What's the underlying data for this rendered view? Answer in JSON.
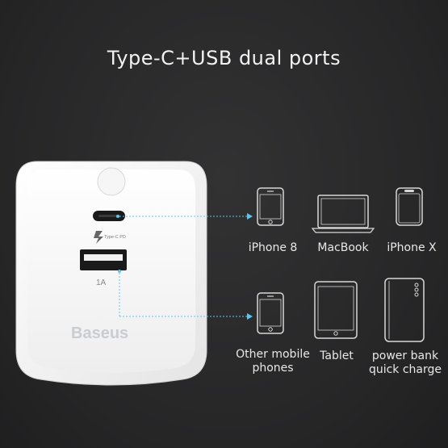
{
  "headline": "Type-C+USB dual ports",
  "charger": {
    "brand": "Baseus",
    "typec_port_label": "Type-C PD",
    "usb_port_label": "1A"
  },
  "devices": {
    "typec_group": [
      {
        "name": "iPhone 8",
        "icon": "smartphone-icon"
      },
      {
        "name": "MacBook",
        "icon": "laptop-icon"
      },
      {
        "name": "iPhone X",
        "icon": "smartphone-icon"
      }
    ],
    "usb_group": [
      {
        "name": "Other mobile phones",
        "line1": "Other mobile",
        "line2": "phones",
        "icon": "smartphone-icon"
      },
      {
        "name": "Tablet",
        "icon": "tablet-icon"
      },
      {
        "name": "power bank quick charge",
        "line1": "power bank",
        "line2": "quick charge",
        "icon": "power-bank-icon"
      }
    ]
  },
  "colors": {
    "background": "#2a2a2b",
    "charger_body": "#f4f4f4",
    "connector": "#59c8f0",
    "text": "#f2f2f2",
    "device_outline": "#d8d8d8"
  }
}
